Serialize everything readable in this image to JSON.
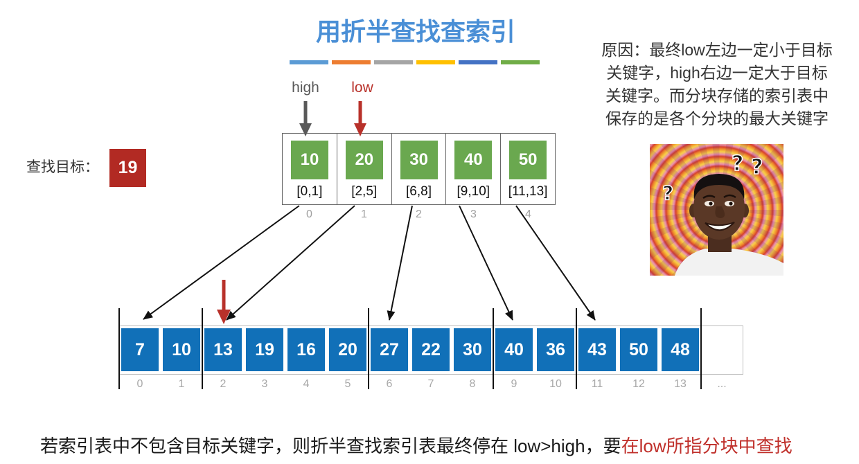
{
  "title": "用折半查找查索引",
  "colors": {
    "title": "#4a8fd6",
    "high_pointer": "#595959",
    "low_pointer": "#b8312a",
    "index_key_box": "#6aa84f",
    "array_cell": "#1170b8",
    "target_box": "#b22a23",
    "highlight_text": "#c0302b"
  },
  "title_stripes": [
    "#5b9bd5",
    "#ed7d31",
    "#a5a5a5",
    "#ffc000",
    "#4472c4",
    "#70ad47"
  ],
  "pointers": {
    "high": "high",
    "low": "low"
  },
  "target": {
    "label": "查找目标：",
    "value": "19"
  },
  "index_table": [
    {
      "max_key": "10",
      "range": "[0,1]",
      "index": "0"
    },
    {
      "max_key": "20",
      "range": "[2,5]",
      "index": "1"
    },
    {
      "max_key": "30",
      "range": "[6,8]",
      "index": "2"
    },
    {
      "max_key": "40",
      "range": "[9,10]",
      "index": "3"
    },
    {
      "max_key": "50",
      "range": "[11,13]",
      "index": "4"
    }
  ],
  "reason_lines": [
    "原因：最终low左边一定小于目标",
    "关键字，high右边一定大于目标",
    "关键字。而分块存储的索引表中",
    "保存的是各个分块的最大关键字"
  ],
  "meme_image": {
    "question_marks": [
      "?",
      "?",
      "?"
    ]
  },
  "array": {
    "values": [
      "7",
      "10",
      "13",
      "19",
      "16",
      "20",
      "27",
      "22",
      "30",
      "40",
      "36",
      "43",
      "50",
      "48"
    ],
    "indices": [
      "0",
      "1",
      "2",
      "3",
      "4",
      "5",
      "6",
      "7",
      "8",
      "9",
      "10",
      "11",
      "12",
      "13"
    ],
    "trailing_index": "..."
  },
  "footer": {
    "text": "若索引表中不包含目标关键字，则折半查找索引表最终停在 low>high，要",
    "highlight": "在low所指分块中查找"
  }
}
